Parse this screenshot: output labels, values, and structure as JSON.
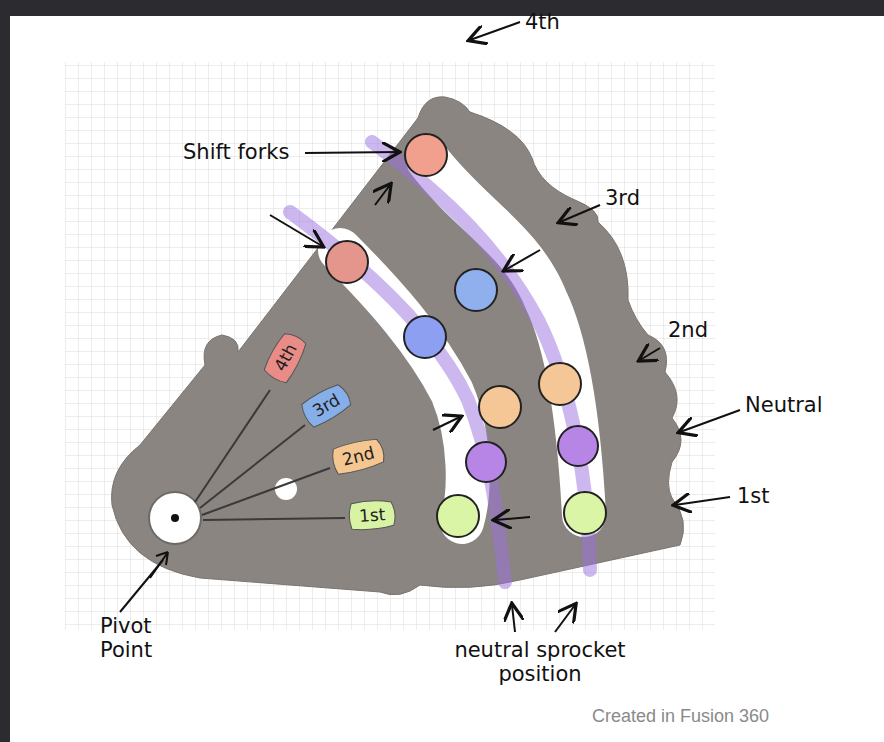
{
  "diagram": {
    "nodes": [
      {
        "text": [
          "4th"
        ]
      },
      {
        "text": [
          "3rd"
        ]
      },
      {
        "text": [
          "2nd"
        ]
      },
      {
        "text": [
          "1st"
        ]
      }
    ],
    "labels": [
      "4th",
      "Shift forks",
      "3rd",
      "2nd",
      "Neutral",
      "1st",
      "Pivot Point",
      "neutral sprocket position",
      "Created in Fusion 360"
    ]
  }
}
